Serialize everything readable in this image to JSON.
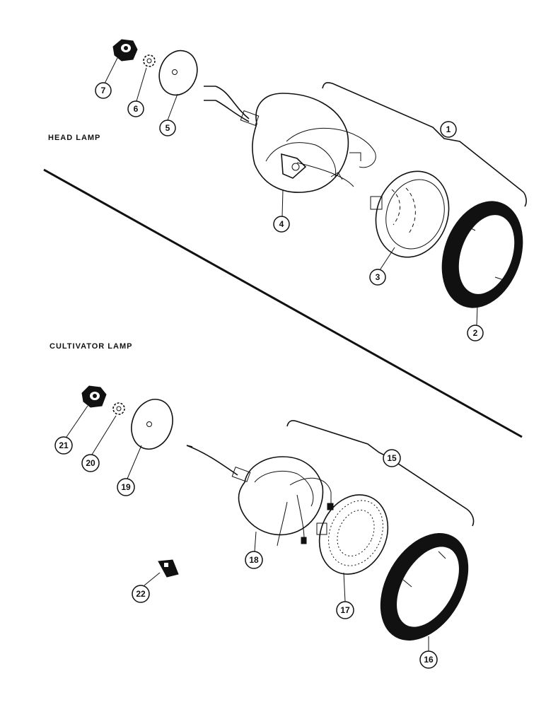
{
  "sections": {
    "head_lamp": "HEAD LAMP",
    "cultivator_lamp": "CULTIVATOR LAMP"
  },
  "callouts": {
    "c1": "1",
    "c2": "2",
    "c3": "3",
    "c4": "4",
    "c5": "5",
    "c6": "6",
    "c7": "7",
    "c15": "15",
    "c16": "16",
    "c17": "17",
    "c18": "18",
    "c19": "19",
    "c20": "20",
    "c21": "21",
    "c22": "22"
  }
}
